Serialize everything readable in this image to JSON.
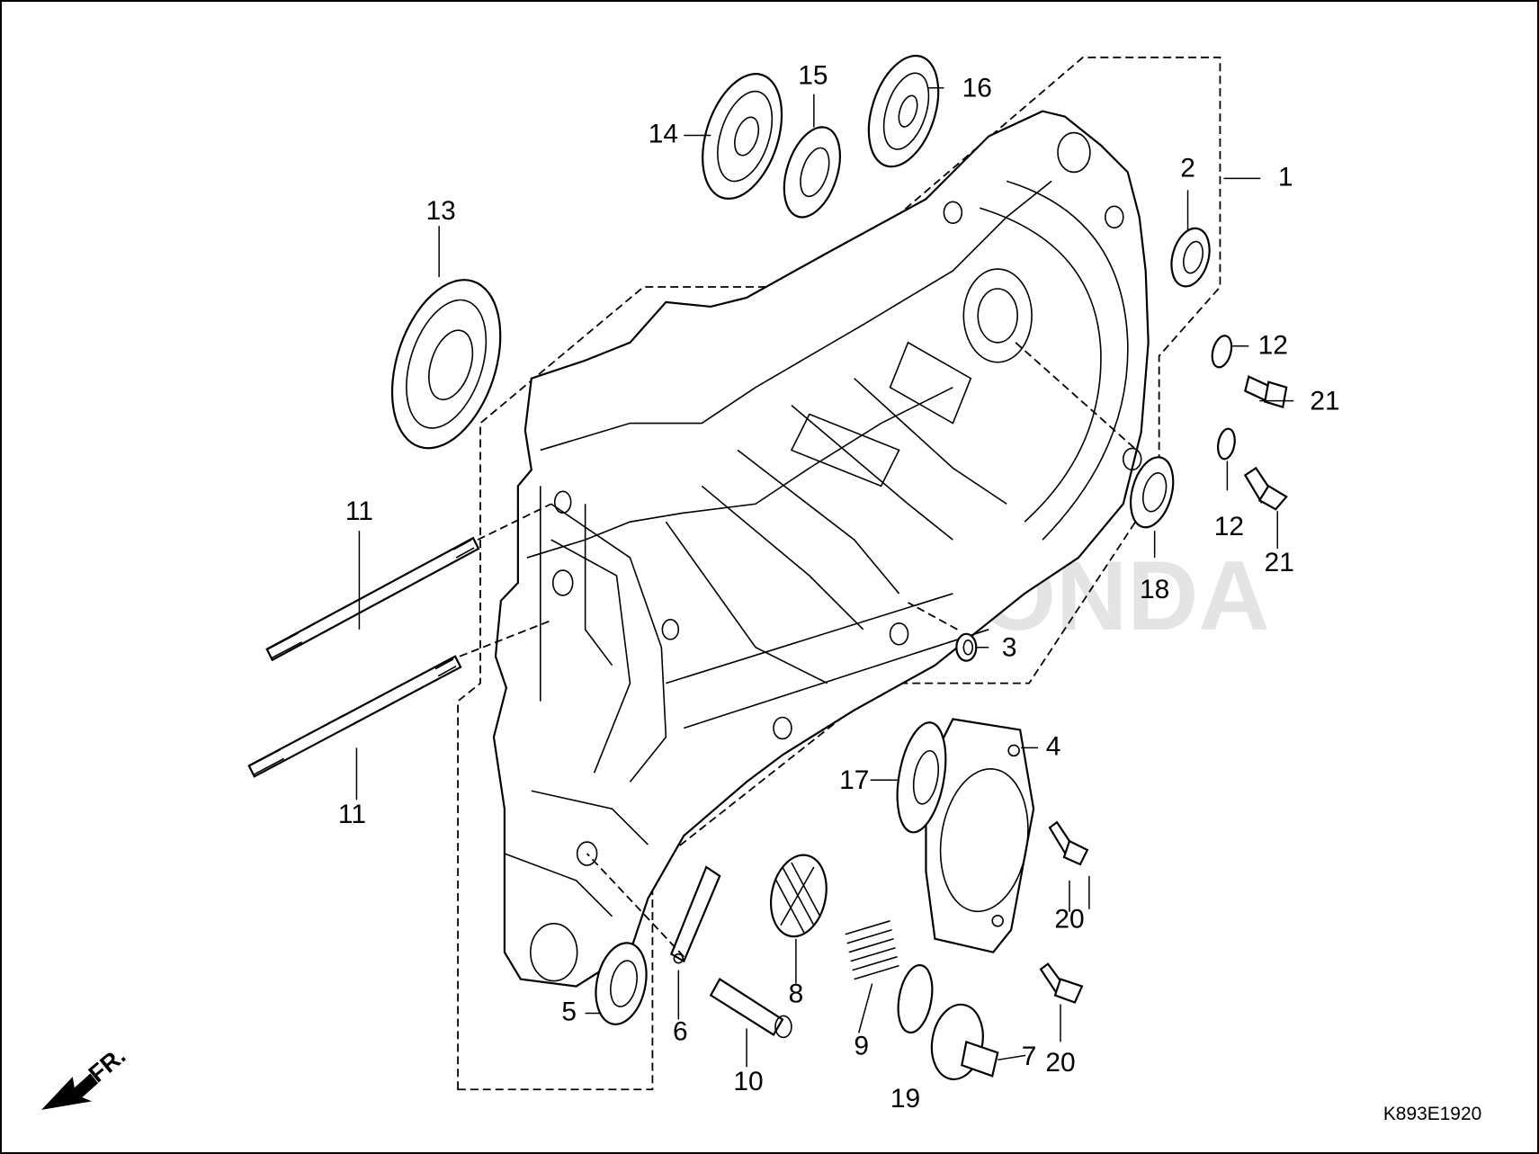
{
  "diagram": {
    "drawing_code": "K893E1920",
    "front_indicator": "FR.",
    "watermark": "HONDA",
    "callouts": [
      {
        "id": "c1",
        "label": "1"
      },
      {
        "id": "c2",
        "label": "2"
      },
      {
        "id": "c3",
        "label": "3"
      },
      {
        "id": "c4",
        "label": "4"
      },
      {
        "id": "c5",
        "label": "5"
      },
      {
        "id": "c6",
        "label": "6"
      },
      {
        "id": "c7",
        "label": "7"
      },
      {
        "id": "c8",
        "label": "8"
      },
      {
        "id": "c9",
        "label": "9"
      },
      {
        "id": "c10",
        "label": "10"
      },
      {
        "id": "c11a",
        "label": "11"
      },
      {
        "id": "c11b",
        "label": "11"
      },
      {
        "id": "c12a",
        "label": "12"
      },
      {
        "id": "c12b",
        "label": "12"
      },
      {
        "id": "c13",
        "label": "13"
      },
      {
        "id": "c14",
        "label": "14"
      },
      {
        "id": "c15",
        "label": "15"
      },
      {
        "id": "c16",
        "label": "16"
      },
      {
        "id": "c17",
        "label": "17"
      },
      {
        "id": "c18",
        "label": "18"
      },
      {
        "id": "c19",
        "label": "19"
      },
      {
        "id": "c20a",
        "label": "20"
      },
      {
        "id": "c20b",
        "label": "20"
      },
      {
        "id": "c21a",
        "label": "21"
      },
      {
        "id": "c21b",
        "label": "21"
      }
    ]
  }
}
